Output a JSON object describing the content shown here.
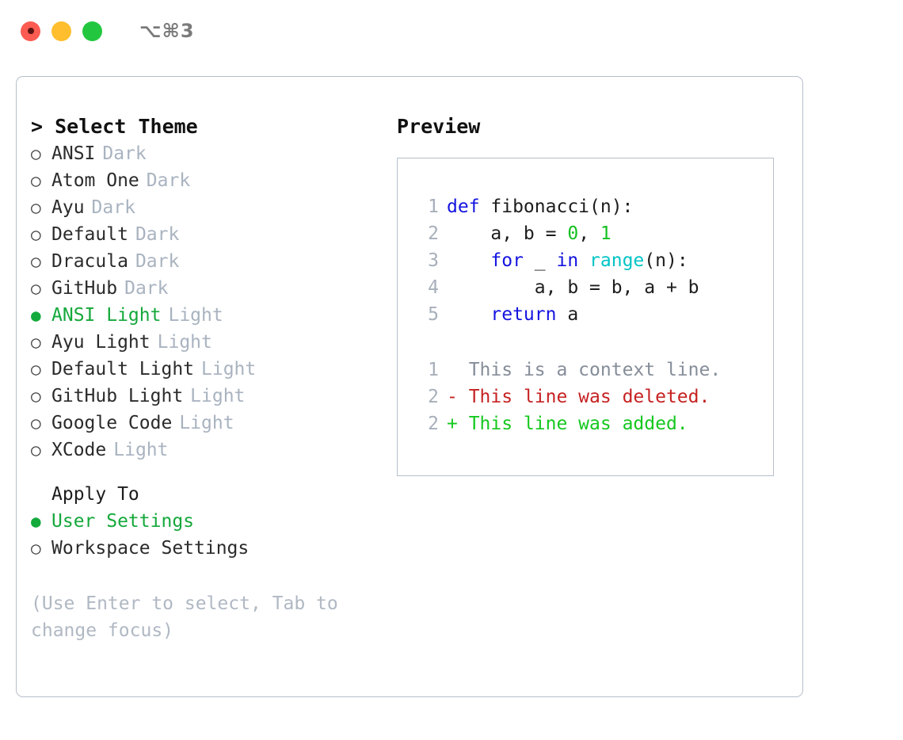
{
  "titlebar": {
    "lights": [
      "close",
      "minimize",
      "maximize"
    ],
    "shortcut": "⌥⌘3"
  },
  "theme_selector": {
    "heading": "> Select Theme",
    "bullet_selected": "●",
    "bullet_unselected": "○",
    "options": [
      {
        "name": "ANSI",
        "badge": "Dark",
        "selected": false
      },
      {
        "name": "Atom One",
        "badge": "Dark",
        "selected": false
      },
      {
        "name": "Ayu",
        "badge": "Dark",
        "selected": false
      },
      {
        "name": "Default",
        "badge": "Dark",
        "selected": false
      },
      {
        "name": "Dracula",
        "badge": "Dark",
        "selected": false
      },
      {
        "name": "GitHub",
        "badge": "Dark",
        "selected": false
      },
      {
        "name": "ANSI Light",
        "badge": "Light",
        "selected": true
      },
      {
        "name": "Ayu Light",
        "badge": "Light",
        "selected": false
      },
      {
        "name": "Default Light",
        "badge": "Light",
        "selected": false
      },
      {
        "name": "GitHub Light",
        "badge": "Light",
        "selected": false
      },
      {
        "name": "Google Code",
        "badge": "Light",
        "selected": false
      },
      {
        "name": "XCode",
        "badge": "Light",
        "selected": false
      }
    ]
  },
  "apply_to": {
    "heading": "Apply To",
    "options": [
      {
        "name": "User Settings",
        "selected": true
      },
      {
        "name": "Workspace Settings",
        "selected": false
      }
    ]
  },
  "hint": "(Use Enter to select, Tab to change focus)",
  "preview": {
    "heading": "Preview",
    "code_lines": [
      {
        "ln": "1",
        "tokens": [
          {
            "t": "def",
            "c": "kw"
          },
          {
            "t": " fibonacci(n):",
            "c": "plain"
          }
        ]
      },
      {
        "ln": "2",
        "tokens": [
          {
            "t": "    a, b = ",
            "c": "plain"
          },
          {
            "t": "0",
            "c": "num"
          },
          {
            "t": ", ",
            "c": "plain"
          },
          {
            "t": "1",
            "c": "num"
          }
        ]
      },
      {
        "ln": "3",
        "tokens": [
          {
            "t": "    ",
            "c": "plain"
          },
          {
            "t": "for",
            "c": "kw"
          },
          {
            "t": " _ ",
            "c": "plain"
          },
          {
            "t": "in",
            "c": "kw"
          },
          {
            "t": " ",
            "c": "plain"
          },
          {
            "t": "range",
            "c": "fn"
          },
          {
            "t": "(n):",
            "c": "plain"
          }
        ]
      },
      {
        "ln": "4",
        "tokens": [
          {
            "t": "        a, b = b, a + b",
            "c": "plain"
          }
        ]
      },
      {
        "ln": "5",
        "tokens": [
          {
            "t": "    ",
            "c": "plain"
          },
          {
            "t": "return",
            "c": "kw"
          },
          {
            "t": " a",
            "c": "plain"
          }
        ]
      }
    ],
    "diff_lines": [
      {
        "ln": "1",
        "marker": " ",
        "text": " This is a context line.",
        "kind": "ctx"
      },
      {
        "ln": "2",
        "marker": "-",
        "text": " This line was deleted.",
        "kind": "del"
      },
      {
        "ln": "2",
        "marker": "+",
        "text": " This line was added.",
        "kind": "add"
      }
    ]
  },
  "colors": {
    "accent_green": "#15a83b",
    "muted": "#a9b3c0",
    "keyword": "#1414e0",
    "function": "#00c4c4",
    "number": "#14c020",
    "diff_delete": "#c62222",
    "diff_add": "#14c81e",
    "border": "#b6bfcb"
  }
}
